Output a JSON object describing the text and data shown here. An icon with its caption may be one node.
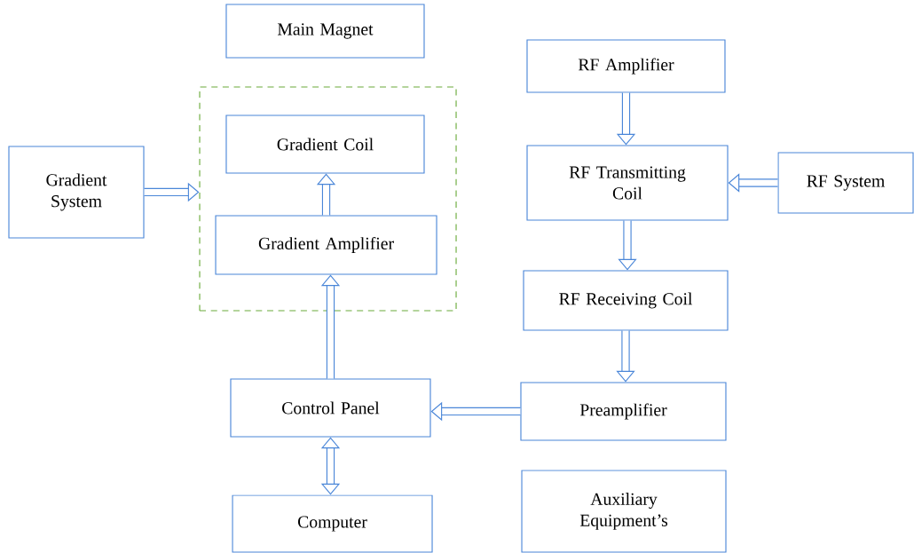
{
  "diagram": {
    "nodes": [
      {
        "text": [
          "Main Magnet"
        ]
      },
      {
        "text": [
          "RF Amplifier"
        ]
      },
      {
        "text": [],
        "shape": "box"
      },
      {
        "text": [
          "Gradient Coil"
        ],
        "in": 2
      },
      {
        "text": [
          "Gradient System"
        ]
      },
      {
        "text": [
          "RF Transmitting Coil"
        ]
      },
      {
        "text": [
          "RF System"
        ]
      },
      {
        "text": [
          "Gradient Amplifier"
        ],
        "in": 2
      },
      {
        "text": [
          "RF Receiving Coil"
        ]
      },
      {
        "text": [
          "Control Panel"
        ]
      },
      {
        "text": [
          "Preamplifier"
        ]
      },
      {
        "text": [
          "Computer"
        ]
      },
      {
        "text": [
          "Auxiliary Equipment’s"
        ]
      }
    ],
    "edges": [
      {
        "from": 4,
        "to": 2,
        "arrow": "to"
      },
      {
        "from": 7,
        "to": 3,
        "arrow": "to"
      },
      {
        "from": 9,
        "to": 7,
        "arrow": "to"
      },
      {
        "from": 1,
        "to": 5,
        "arrow": "to"
      },
      {
        "from": 6,
        "to": 5,
        "arrow": "to"
      },
      {
        "from": 5,
        "to": 8,
        "arrow": "to"
      },
      {
        "from": 8,
        "to": 10,
        "arrow": "to"
      },
      {
        "from": 10,
        "to": 9,
        "arrow": "to"
      },
      {
        "from": 9,
        "to": 11,
        "arrow": "both"
      }
    ]
  }
}
